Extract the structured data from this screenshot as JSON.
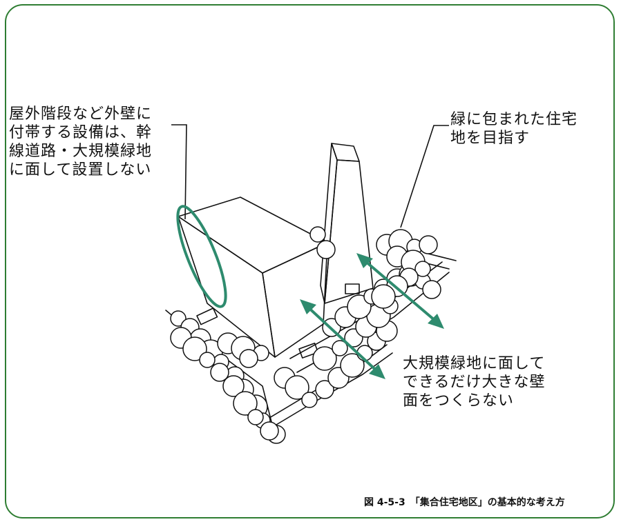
{
  "annotations": {
    "left": [
      "屋外階段など外壁に",
      "付帯する設備は、幹",
      "線道路・大規模緑地",
      "に面して設置しない"
    ],
    "right": [
      "緑に包まれた住宅",
      "地を目指す"
    ],
    "bottom": [
      "大規模緑地に面して",
      "できるだけ大きな壁",
      "面をつくらない"
    ]
  },
  "caption": "図 4-5-3　「集合住宅地区」の基本的な考え方",
  "colors": {
    "accent": "#2e8b6e",
    "frame": "#2e7d32",
    "ink": "#111111"
  }
}
